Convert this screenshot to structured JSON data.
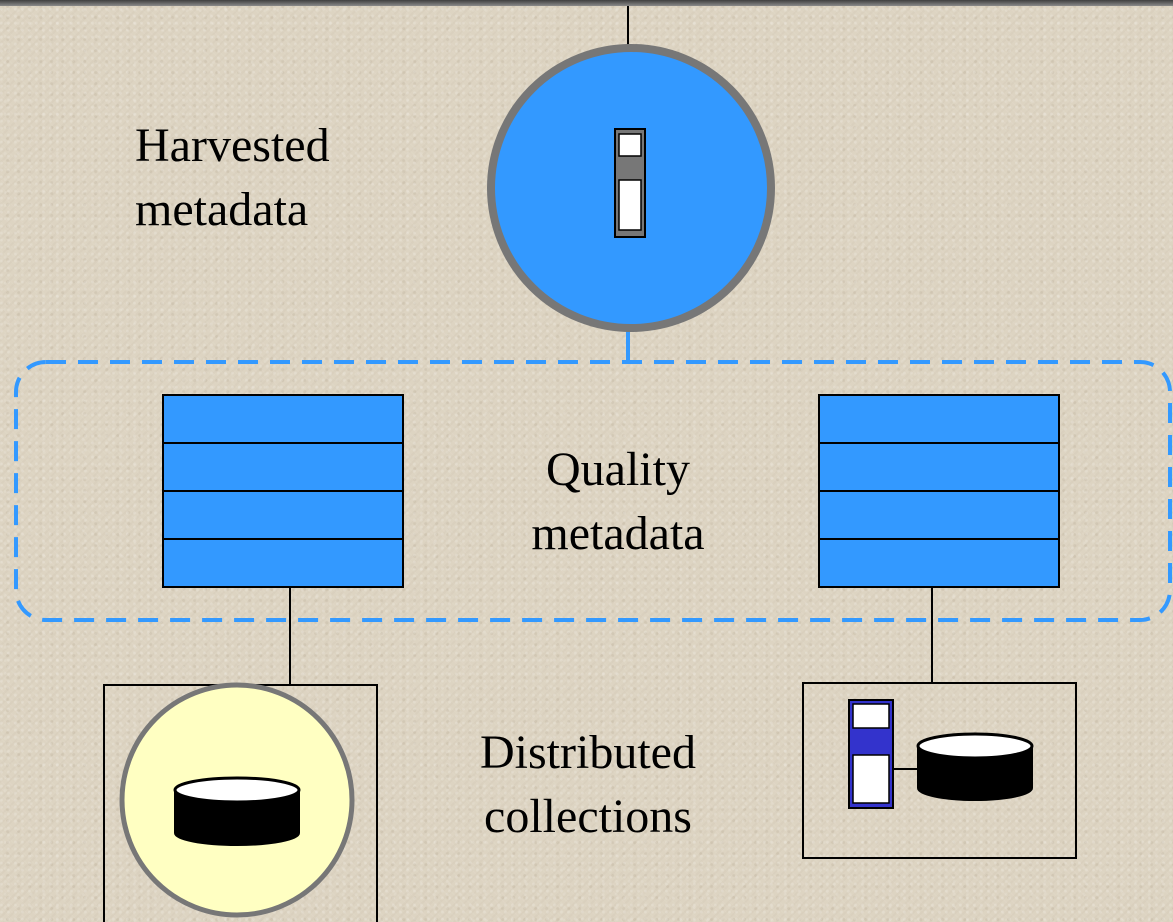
{
  "labels": {
    "harvested": [
      "Harvested",
      "metadata"
    ],
    "quality": [
      "Quality",
      "metadata"
    ],
    "distributed": [
      "Distributed",
      "collections"
    ]
  },
  "colors": {
    "background": "#ddd4c2",
    "accent_blue": "#3399ff",
    "dashed_border": "#3399ff",
    "node_outline": "#777777",
    "collection_fill": "#ffffc2",
    "doc_bar_dark": "#3333cc"
  },
  "icons": {
    "harvest_node": "document-record-icon",
    "local_collection": "database-cylinder-icon",
    "remote_collection": "document-and-database-icon"
  }
}
